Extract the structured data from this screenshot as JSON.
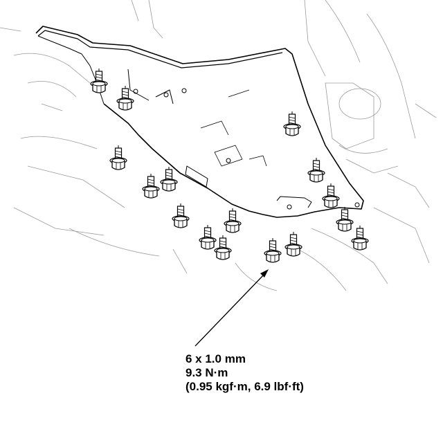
{
  "callout": {
    "size": "6 x 1.0 mm",
    "torque_nm": "9.3 N·m",
    "torque_alt": "(0.95 kgf·m, 6.9 lbf·ft)"
  },
  "bolt_count": 16,
  "colors": {
    "line": "#000000",
    "faint": "#9a9a9a",
    "background": "#ffffff"
  }
}
